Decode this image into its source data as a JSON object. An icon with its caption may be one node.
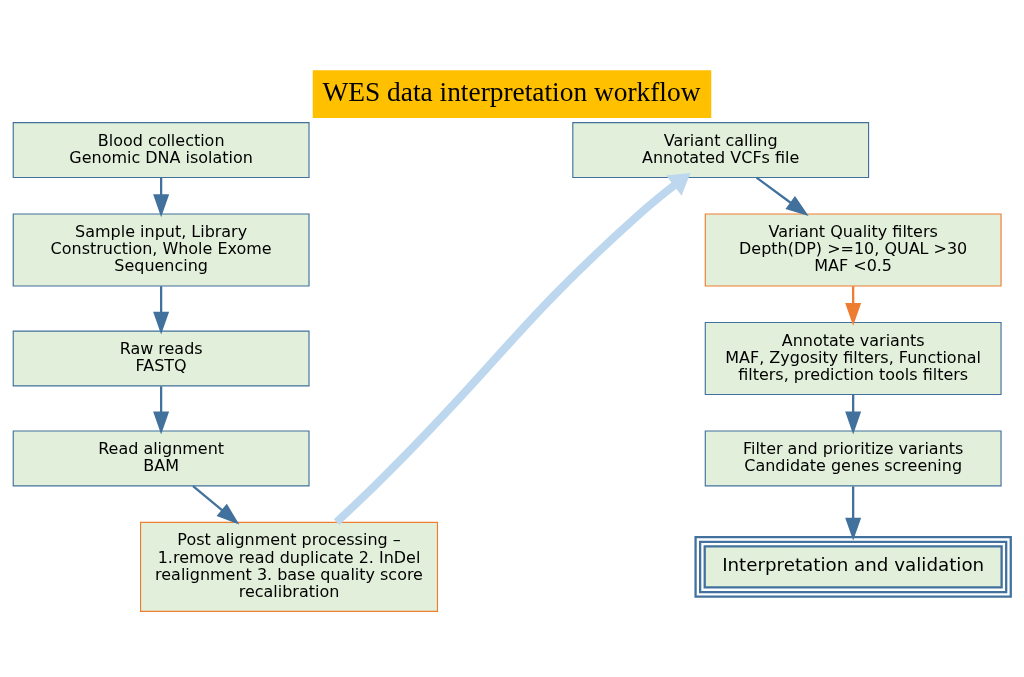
{
  "diagram": {
    "title": "WES data interpretation workflow",
    "nodes": [
      {
        "text": [
          "Blood collection",
          "Genomic DNA isolation"
        ]
      },
      {
        "text": [
          "Sample input, Library Construction, Whole Exome Sequencing"
        ]
      },
      {
        "text": [
          "Raw reads",
          "FASTQ"
        ]
      },
      {
        "text": [
          "Read alignment",
          "BAM"
        ]
      },
      {
        "text": [
          "Post alignment processing – 1.remove read duplicate 2. InDel realignment 3. base quality score recalibration"
        ]
      },
      {
        "text": [
          "Variant calling",
          "Annotated VCFs file"
        ]
      },
      {
        "text": [
          "Variant Quality filters",
          "Depth(DP) >=10, QUAL >30",
          "MAF <0.5"
        ]
      },
      {
        "text": [
          "Annotate variants",
          "MAF, Zygosity filters, Functional filters, prediction tools filters"
        ]
      },
      {
        "text": [
          "Filter and prioritize variants",
          "Candidate genes screening"
        ]
      },
      {
        "text": [
          "Interpretation and validation"
        ]
      }
    ],
    "edges": [
      {
        "from": 0,
        "to": 1,
        "arrow": "to"
      },
      {
        "from": 1,
        "to": 2,
        "arrow": "to"
      },
      {
        "from": 2,
        "to": 3,
        "arrow": "to"
      },
      {
        "from": 3,
        "to": 4,
        "arrow": "to"
      },
      {
        "from": 4,
        "to": 5,
        "arrow": "to",
        "style": "thick",
        "color": "#bdd7ee"
      },
      {
        "from": 5,
        "to": 6,
        "arrow": "to"
      },
      {
        "from": 6,
        "to": 7,
        "arrow": "to",
        "color": "#ed7d31"
      },
      {
        "from": 7,
        "to": 8,
        "arrow": "to"
      },
      {
        "from": 8,
        "to": 9,
        "arrow": "to"
      }
    ]
  }
}
